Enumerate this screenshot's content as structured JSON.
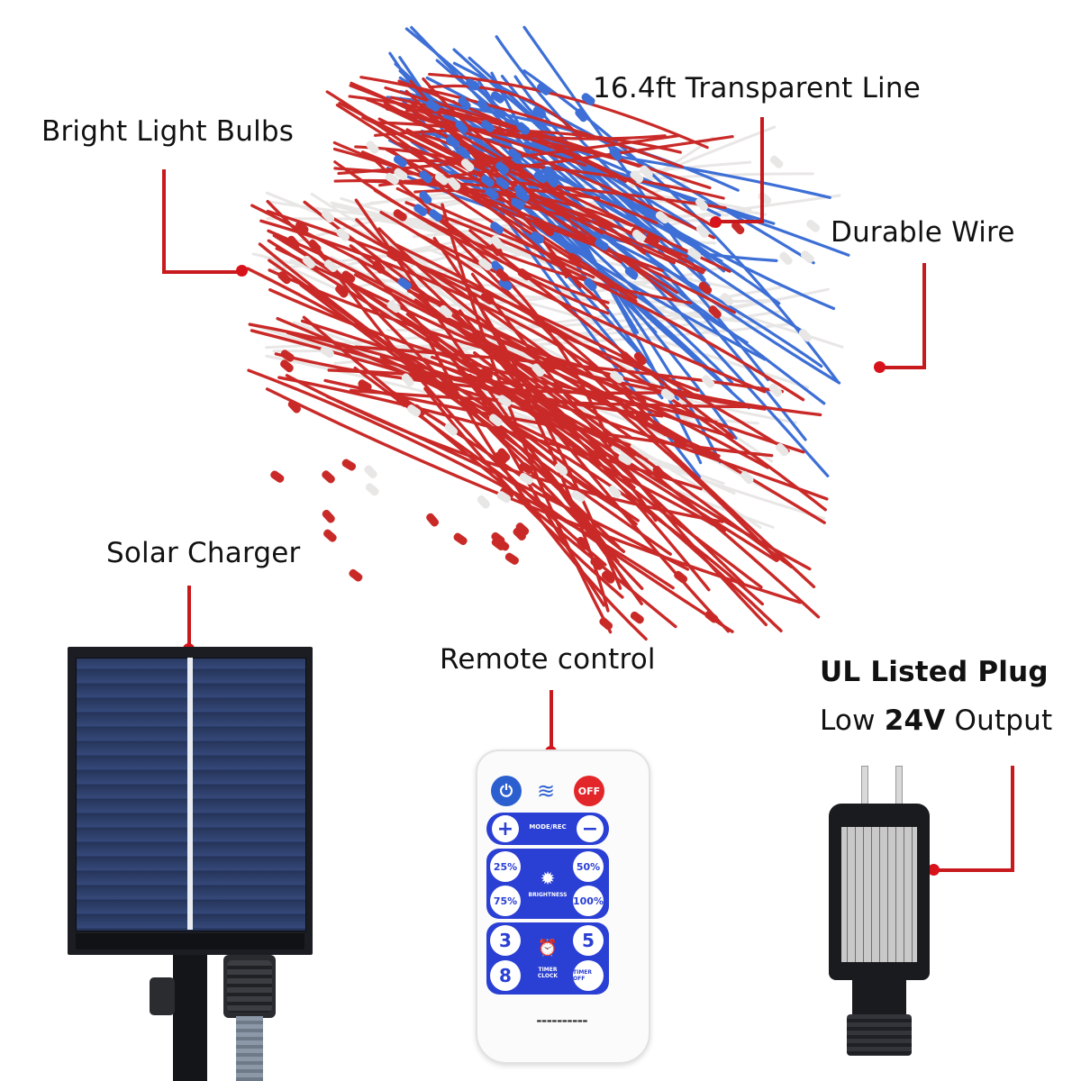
{
  "callouts": {
    "bulbs": "Bright Light Bulbs",
    "transparent_line": "16.4ft  Transparent Line",
    "durable_wire": "Durable Wire",
    "solar_charger": "Solar Charger",
    "remote_control": "Remote control",
    "plug_title": "UL Listed Plug",
    "plug_sub_prefix": "Low ",
    "plug_sub_bold": "24V",
    "plug_sub_suffix": " Output"
  },
  "remote": {
    "off": "OFF",
    "plus": "+",
    "minus": "−",
    "mode": "MODE/REC",
    "p25": "25%",
    "p50": "50%",
    "p75": "75%",
    "p100": "100%",
    "brightness": "BRIGHTNESS",
    "t3": "3",
    "t5": "5",
    "t8": "8",
    "timer": "TIMER CLOCK",
    "timer_off": "TIMER OFF"
  },
  "colors": {
    "accent_red": "#c8191c",
    "remote_blue": "#2a3fd4",
    "bulb_red": "#c92a28",
    "bulb_blue": "#3d6fd6",
    "bulb_white": "#e9e6e6"
  }
}
